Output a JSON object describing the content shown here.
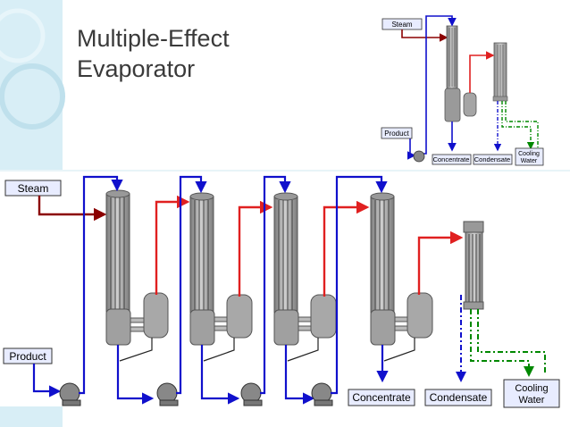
{
  "slide": {
    "title_line1": "Multiple-Effect",
    "title_line2": "Evaporator",
    "accent_color": "#cfe9f3"
  },
  "diagram": {
    "main": {
      "steam_label": "Steam",
      "product_label": "Product",
      "concentrate_label": "Concentrate",
      "condensate_label": "Condensate",
      "cooling_water_label_line1": "Cooling",
      "cooling_water_label_line2": "Water"
    },
    "inset": {
      "steam_label": "Steam",
      "product_label": "Product",
      "concentrate_label": "Concentrate",
      "condensate_label": "Condensate",
      "cooling_water_label_line1": "Cooling",
      "cooling_water_label_line2": "Water"
    },
    "colors": {
      "steam": "#8b0000",
      "vapor": "#e02020",
      "liquid": "#1010cc",
      "cooling": "#008800",
      "vessel": "#a8a8a8"
    }
  }
}
